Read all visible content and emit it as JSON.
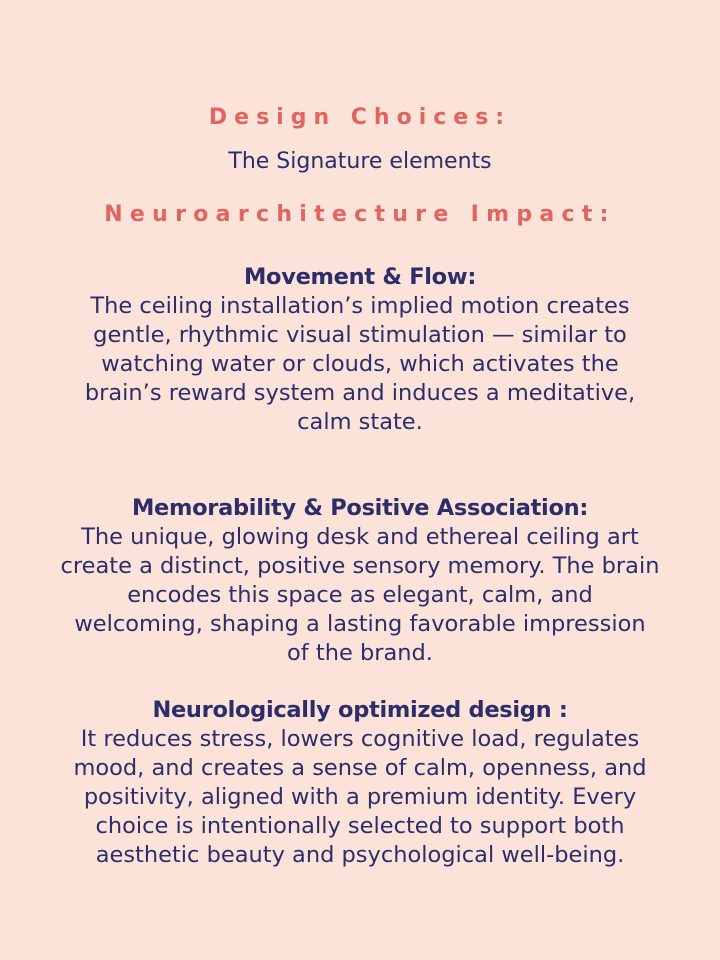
{
  "headings": {
    "design_choices": "Design Choices:",
    "subtitle": "The Signature elements",
    "neuro_impact": "Neuroarchitecture Impact:"
  },
  "sections": [
    {
      "title": "Movement & Flow:",
      "body": "The ceiling installation’s implied motion creates gentle, rhythmic visual stimulation — similar to watching water or clouds, which activates the brain’s reward system and induces a meditative, calm state."
    },
    {
      "title": "Memorability & Positive Association:",
      "body": "The unique, glowing desk and ethereal ceiling art create a distinct, positive sensory memory. The brain encodes this space as elegant, calm, and welcoming, shaping a lasting favorable impression of the brand."
    },
    {
      "title": "Neurologically optimized design :",
      "body": "It reduces stress, lowers cognitive load, regulates mood, and creates a sense of calm, openness, and positivity, aligned with a premium identity. Every choice is intentionally selected to support both aesthetic beauty and psychological well-being."
    }
  ],
  "colors": {
    "background": "#fbe3d9",
    "accent": "#e0645f",
    "text": "#2e2d6b"
  }
}
